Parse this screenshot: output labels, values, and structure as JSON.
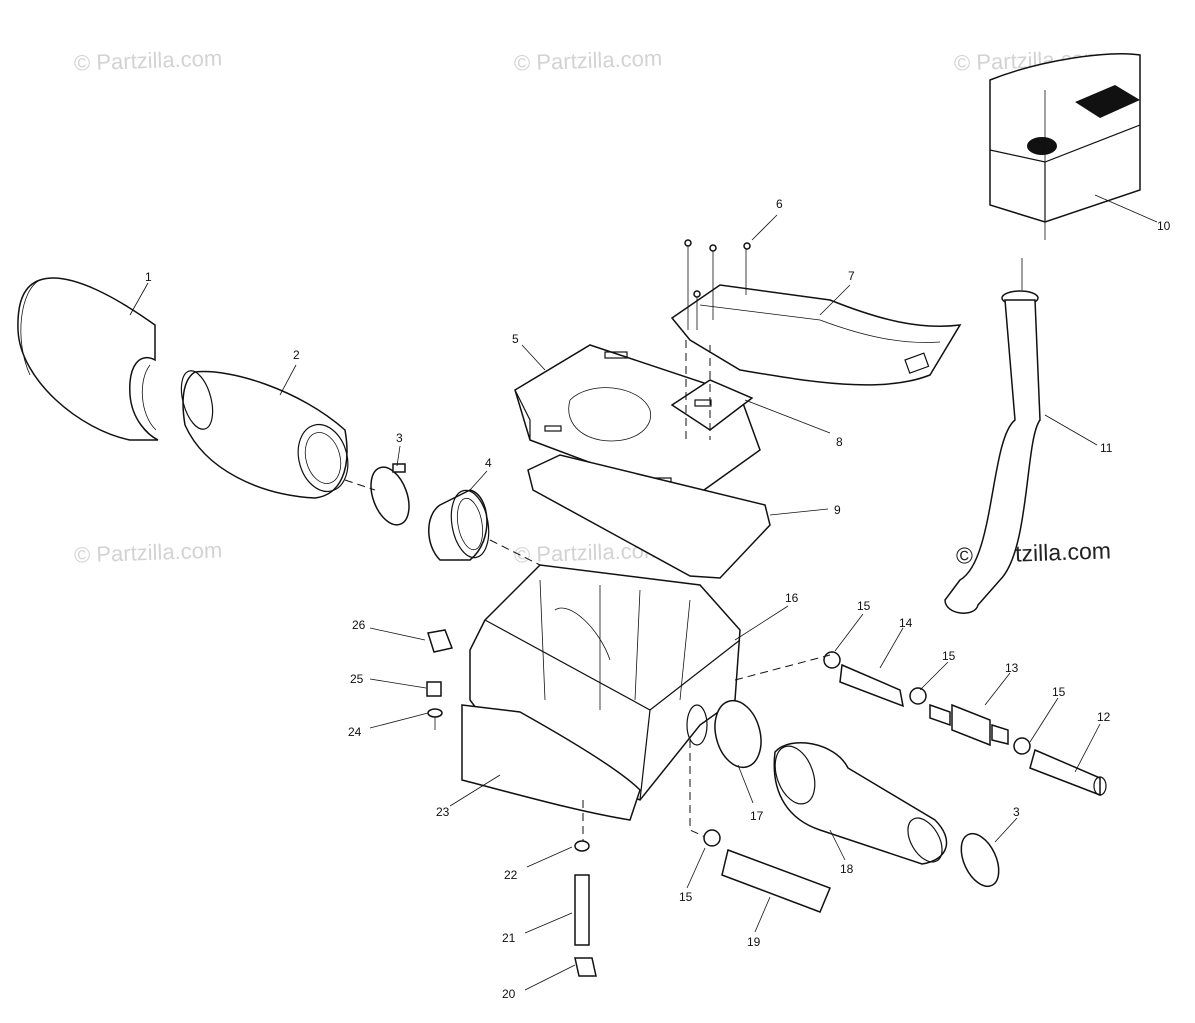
{
  "watermarks": [
    {
      "id": "wm-1",
      "text": "© Partzilla.com"
    },
    {
      "id": "wm-2",
      "text": "© Partzilla.com"
    },
    {
      "id": "wm-3",
      "text": "© Partzilla.com"
    },
    {
      "id": "wm-4",
      "text": "© Partzilla.com"
    },
    {
      "id": "wm-5",
      "text": "© Partzilla.com"
    }
  ],
  "brand_mark": "© Partzilla.com",
  "callouts": {
    "c1": "1",
    "c2": "2",
    "c3a": "3",
    "c3b": "3",
    "c4": "4",
    "c5": "5",
    "c6": "6",
    "c7": "7",
    "c8": "8",
    "c9": "9",
    "c10": "10",
    "c11": "11",
    "c12": "12",
    "c13": "13",
    "c14": "14",
    "c15a": "15",
    "c15b": "15",
    "c15c": "15",
    "c15d": "15",
    "c16": "16",
    "c17": "17",
    "c18": "18",
    "c19": "19",
    "c20": "20",
    "c21": "21",
    "c22": "22",
    "c23": "23",
    "c24": "24",
    "c25": "25",
    "c26": "26"
  }
}
